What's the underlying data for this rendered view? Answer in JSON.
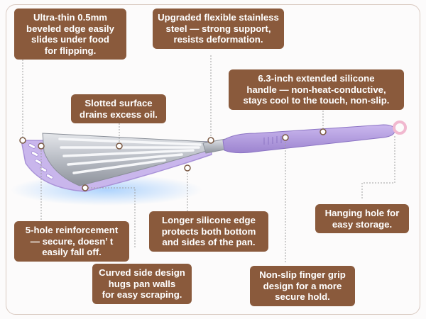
{
  "theme": {
    "callout_color": "#8a5a3c",
    "handle_color": "#b39be0",
    "steel_color": "#b8bcc4"
  },
  "icons": {
    "product": "slotted-fish-spatula",
    "pointer": "marker-dot-icon"
  },
  "callouts": {
    "edge": "Ultra-thin 0.5mm\nbeveled edge easily\nslides under food\nfor flipping.",
    "steel": "Upgraded flexible stainless\nsteel — strong support,\nresists deformation.",
    "handle": "6.3-inch extended silicone\nhandle — non-heat-conductive,\nstays cool to the touch, non-slip.",
    "slotted": "Slotted surface\ndrains excess oil.",
    "reinforce": "5-hole reinforcement\n— secure, doesn’ t\neasily fall off.",
    "silicone_edge": "Longer silicone edge\nprotects both bottom\nand sides of the pan.",
    "hanging": "Hanging hole for\neasy storage.",
    "curved": "Curved side design\nhugs pan walls\nfor easy scraping.",
    "grip": "Non-slip finger grip\ndesign for a more\nsecure hold."
  }
}
